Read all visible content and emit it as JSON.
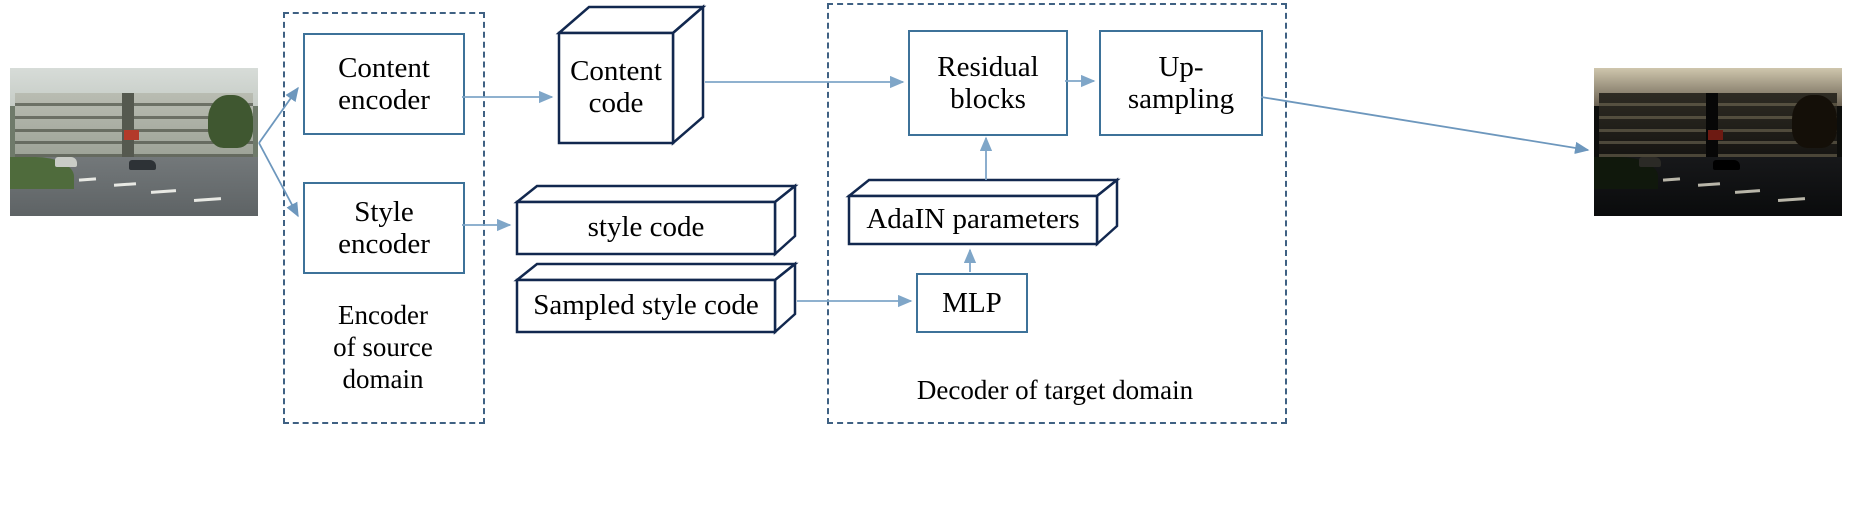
{
  "diagram": {
    "title": "Image-to-image translation network: encoder of source domain and decoder of target domain",
    "colors": {
      "box_border": "#3d7299",
      "cube_border": "#12284f",
      "dashed_border": "#3f6183",
      "arrow": "#7fa6c8"
    }
  },
  "images": {
    "source": {
      "name": "source-domain-image",
      "caption": "daytime street scene with apartment building"
    },
    "target": {
      "name": "target-domain-image",
      "caption": "nighttime street scene with apartment building"
    }
  },
  "groups": [
    {
      "id": "encoder",
      "label": "Encoder\nof source\ndomain",
      "label_lines": [
        "Encoder",
        "of source",
        "domain"
      ]
    },
    {
      "id": "decoder",
      "label": "Decoder of target domain",
      "label_lines": [
        "Decoder of target domain"
      ]
    }
  ],
  "boxes": [
    {
      "id": "content-encoder",
      "lines": [
        "Content",
        "encoder"
      ],
      "text": "Content encoder",
      "shape": "rect"
    },
    {
      "id": "style-encoder",
      "lines": [
        "Style",
        "encoder"
      ],
      "text": "Style encoder",
      "shape": "rect"
    },
    {
      "id": "residual-blocks",
      "lines": [
        "Residual",
        "blocks"
      ],
      "text": "Residual blocks",
      "shape": "rect"
    },
    {
      "id": "up-sampling",
      "lines": [
        "Up-",
        "sampling"
      ],
      "text": "Up-sampling",
      "shape": "rect"
    },
    {
      "id": "mlp",
      "lines": [
        "MLP"
      ],
      "text": "MLP",
      "shape": "rect"
    }
  ],
  "cubes": [
    {
      "id": "content-code",
      "lines": [
        "Content",
        "code"
      ],
      "text": "Content code",
      "shape": "cube"
    },
    {
      "id": "style-code",
      "lines": [
        "style code"
      ],
      "text": "style code",
      "shape": "slab"
    },
    {
      "id": "sampled-style-code",
      "lines": [
        "Sampled style code"
      ],
      "text": "Sampled style code",
      "shape": "slab"
    },
    {
      "id": "adain-parameters",
      "lines": [
        "AdaIN parameters"
      ],
      "text": "AdaIN parameters",
      "shape": "slab"
    }
  ],
  "labels": {
    "content_encoder_l1": "Content",
    "content_encoder_l2": "encoder",
    "style_encoder_l1": "Style",
    "style_encoder_l2": "encoder",
    "content_code_l1": "Content",
    "content_code_l2": "code",
    "style_code": "style code",
    "sampled_style_code": "Sampled style code",
    "adain_parameters": "AdaIN parameters",
    "mlp": "MLP",
    "residual_l1": "Residual",
    "residual_l2": "blocks",
    "upsampling_l1": "Up-",
    "upsampling_l2": "sampling",
    "encoder_group_l1": "Encoder",
    "encoder_group_l2": "of source",
    "encoder_group_l3": "domain",
    "decoder_group": "Decoder of target domain"
  },
  "edges": [
    {
      "from": "source-image",
      "to": "content-encoder"
    },
    {
      "from": "source-image",
      "to": "style-encoder"
    },
    {
      "from": "content-encoder",
      "to": "content-code"
    },
    {
      "from": "style-encoder",
      "to": "style-code"
    },
    {
      "from": "content-code",
      "to": "residual-blocks"
    },
    {
      "from": "residual-blocks",
      "to": "up-sampling"
    },
    {
      "from": "adain-parameters",
      "to": "residual-blocks"
    },
    {
      "from": "mlp",
      "to": "adain-parameters"
    },
    {
      "from": "sampled-style-code",
      "to": "mlp"
    },
    {
      "from": "up-sampling",
      "to": "target-image"
    }
  ]
}
